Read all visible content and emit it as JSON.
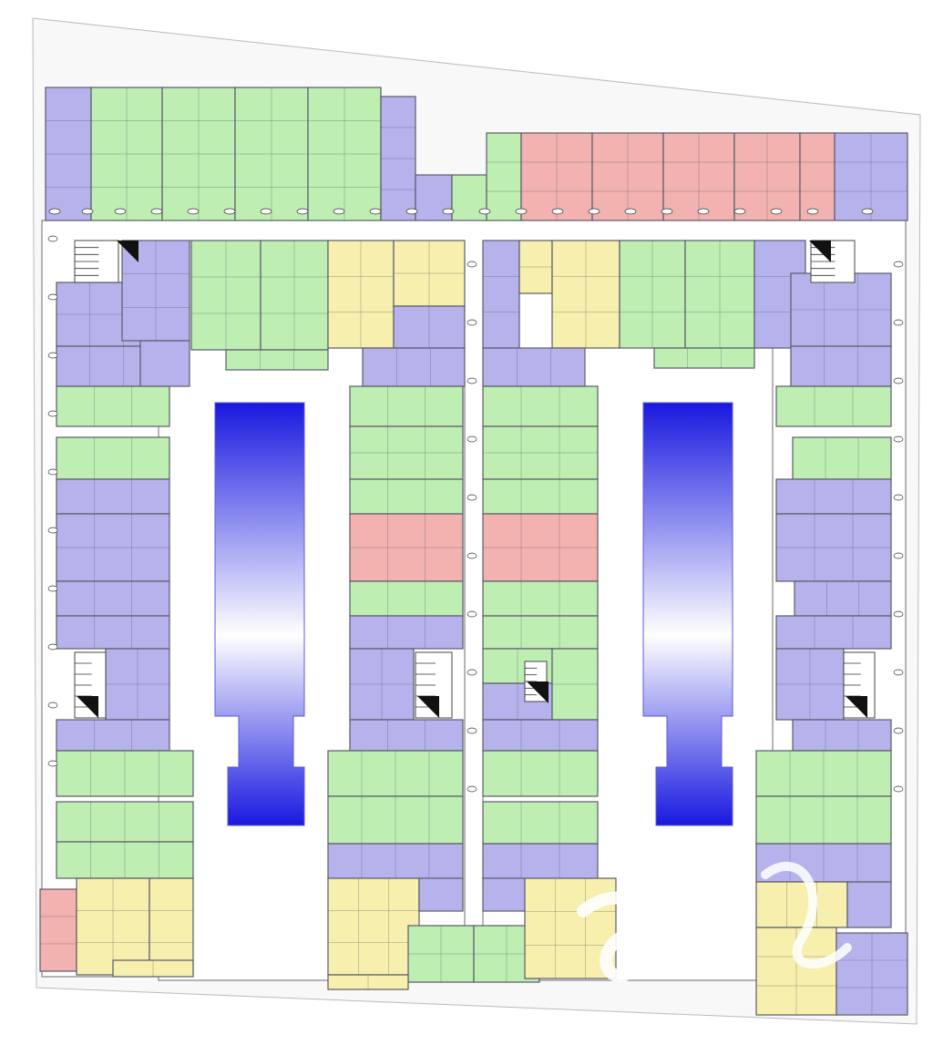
{
  "colors": {
    "background": "#ffffff",
    "site_fill": "#f8f8f8",
    "site_outline": "#b9b9c4",
    "corridor": "#ffffff",
    "unit_green": "#bfeeb3",
    "unit_purple": "#b6b3ec",
    "unit_yellow": "#f6efad",
    "unit_red": "#f2b3b0",
    "unit_orange_edge": "#f0c98a",
    "pool_deep": "#1818e0",
    "pool_light": "#ffffff",
    "stroke": "#5a5a6a"
  },
  "legend_types": [
    "green",
    "purple",
    "yellow",
    "red"
  ],
  "pool_count": 2,
  "stair_core_count": 6
}
